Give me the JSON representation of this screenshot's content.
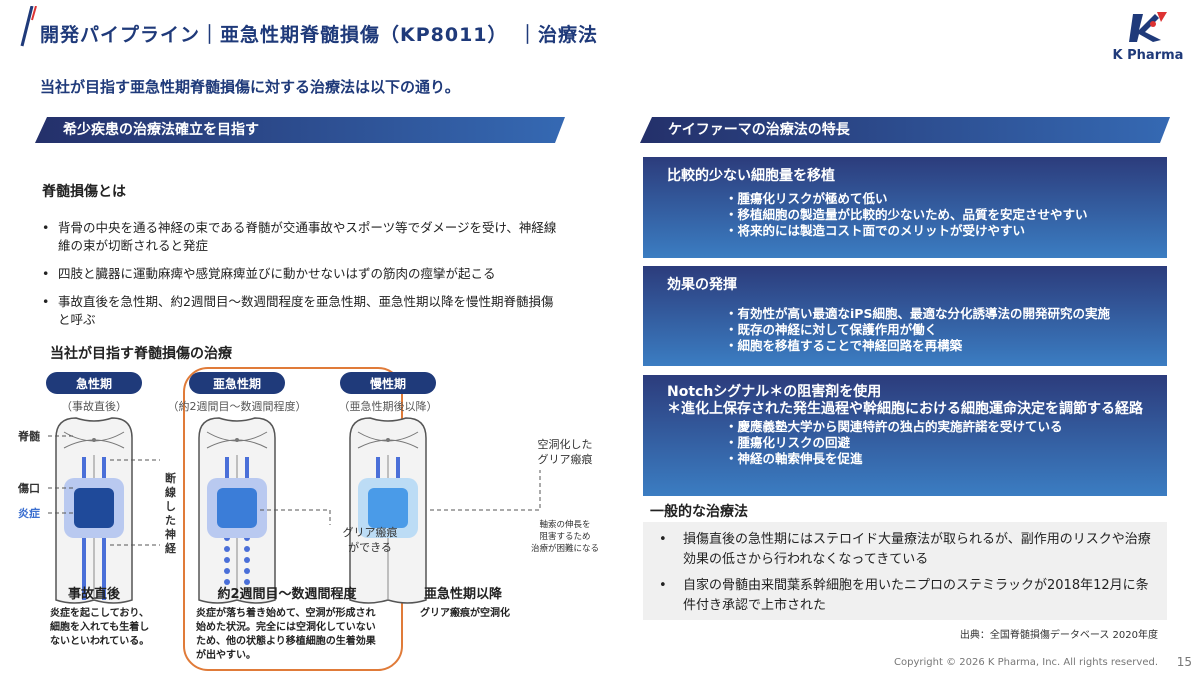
{
  "header": {
    "title": "開発パイプライン｜亜急性期脊髄損傷（KP8011）　｜治療法",
    "subtitle": "当社が目指す亜急性期脊髄損傷に対する治療法は以下の通り。",
    "logo": "K Pharma"
  },
  "left": {
    "banner": "希少疾患の治療法確立を目指す",
    "about_title": "脊髄損傷とは",
    "bullets": [
      "背骨の中央を通る神経の束である脊髄が交通事故やスポーツ等でダメージを受け、神経線維の束が切断されると発症",
      "四肢と臓器に運動麻痺や感覚麻痺並びに動かせないはずの筋肉の痙攣が起こる",
      "事故直後を急性期、約2週間目～数週間程度を亜急性期、亜急性期以降を慢性期脊髄損傷と呼ぶ"
    ],
    "diagram_title": "当社が目指す脊髄損傷の治療",
    "phases": [
      {
        "pill": "急性期",
        "sub": "（事故直後）",
        "heading": "事故直後",
        "desc": [
          "炎症を起こしており、",
          "細胞を入れても生着し",
          "ないといわれている。"
        ]
      },
      {
        "pill": "亜急性期",
        "sub": "（約2週間目～数週間程度）",
        "heading": "約2週間目～数週間程度",
        "desc": [
          "炎症が落ち着き始めて、空洞が形成され",
          "始めた状況。完全には空洞化していない",
          "ため、他の状態より移植細胞の生着効果",
          "が出やすい。"
        ]
      },
      {
        "pill": "慢性期",
        "sub": "（亜急性期後以降）",
        "heading": "亜急性期以降",
        "desc": [
          "グリア瘢痕が空洞化"
        ]
      }
    ],
    "labels": {
      "spinal_cord": "脊髄",
      "wound": "傷口",
      "inflammation": "炎症",
      "severed_nerve": [
        "断",
        "線",
        "し",
        "た",
        "神",
        "経"
      ],
      "glial_scar_forming": [
        "グリア瘢痕",
        "ができる"
      ],
      "cavitated_scar": [
        "空洞化した",
        "グリア瘢痕"
      ],
      "axon_note": [
        "軸索の伸長を",
        "阻害するため",
        "治療が困難になる"
      ]
    }
  },
  "right": {
    "banner": "ケイファーマの治療法の特長",
    "features": [
      {
        "title": "比較的少ない細胞量を移植",
        "items": [
          "・腫瘍化リスクが極めて低い",
          "・移植細胞の製造量が比較的少ないため、品質を安定させやすい",
          "・将来的には製造コスト面でのメリットが受けやすい"
        ]
      },
      {
        "title": "効果の発揮",
        "items": [
          "・有効性が高い最適なiPS細胞、最適な分化誘導法の開発研究の実施",
          "・既存の神経に対して保護作用が働く",
          "・細胞を移植することで神経回路を再構築"
        ]
      },
      {
        "title": "Notchシグナル＊の阻害剤を使用",
        "note": "＊進化上保存された発生過程や幹細胞における細胞運命決定を調節する経路",
        "items": [
          "・慶應義塾大学から関連特許の独占的実施許諾を受けている",
          "・腫瘍化リスクの回避",
          "・神経の軸索伸長を促進"
        ]
      }
    ],
    "general_title": "一般的な治療法",
    "general": [
      "損傷直後の急性期にはステロイド大量療法が取られるが、副作用のリスクや治療効果の低さから行われなくなってきている",
      "自家の骨髄由来間葉系幹細胞を用いたニプロのステミラックが2018年12月に条件付き承認で上市された"
    ],
    "source": "出典：全国脊髄損傷データベース 2020年度"
  },
  "footer": {
    "copyright": "Copyright © 2026 K Pharma, Inc. All rights reserved.",
    "page": "15"
  },
  "colors": {
    "navy": "#1f3a7a",
    "accent_orange": "#e07b39",
    "lesion_blue": "#3b7dd8"
  }
}
